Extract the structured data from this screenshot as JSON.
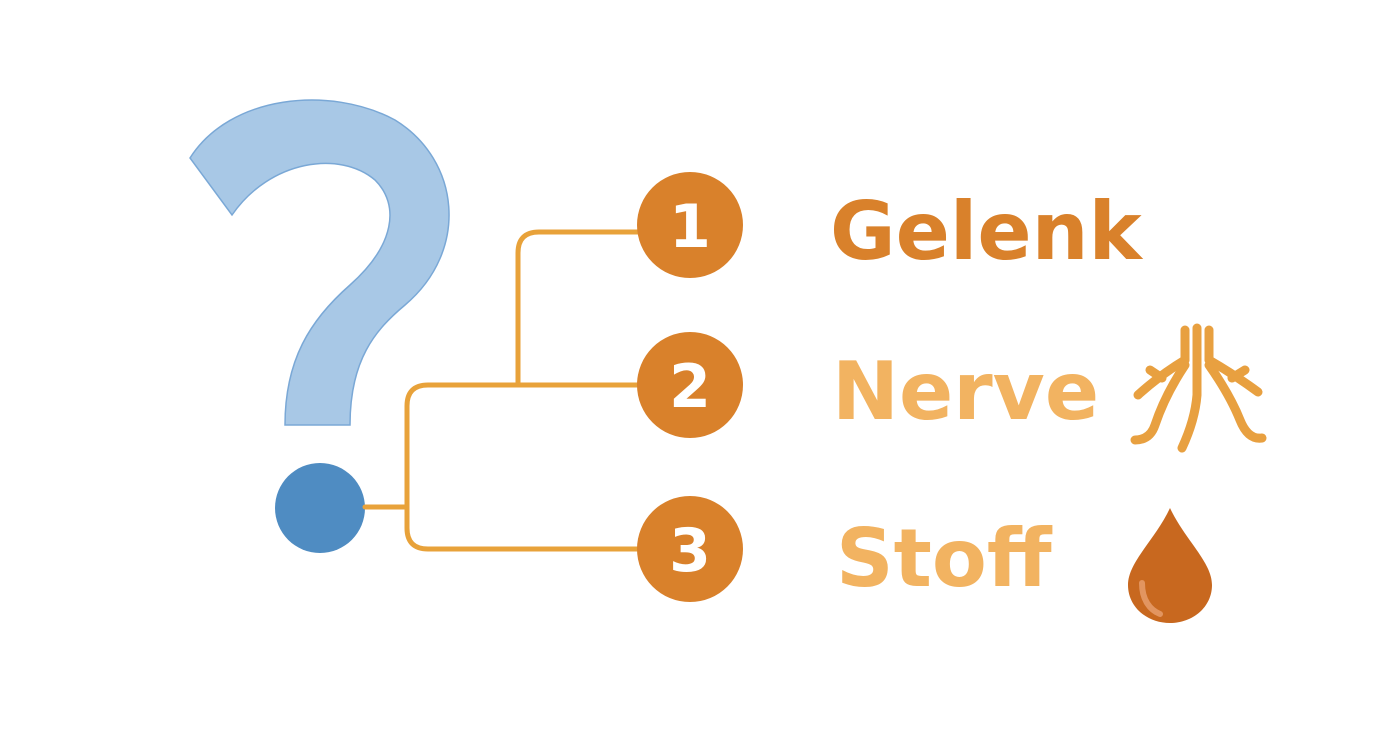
{
  "colors": {
    "question_mark": "#a8c8e6",
    "question_mark_stroke": "#7aa8d6",
    "question_dot": "#4f8cc2",
    "connector": "#e8a23a",
    "number_circle": "#d9812b",
    "label_gelenk": "#d9812b",
    "label_nerve": "#f2b361",
    "label_stoff": "#f2b361",
    "nerve_icon": "#e8a040",
    "drop_icon": "#c8681f"
  },
  "options": [
    {
      "number": "1",
      "label": "Gelenk",
      "icon": ""
    },
    {
      "number": "2",
      "label": "Nerve",
      "icon": "nerve-icon"
    },
    {
      "number": "3",
      "label": "Stoff",
      "icon": "drop-icon"
    }
  ],
  "question_icon": "question-mark-icon"
}
